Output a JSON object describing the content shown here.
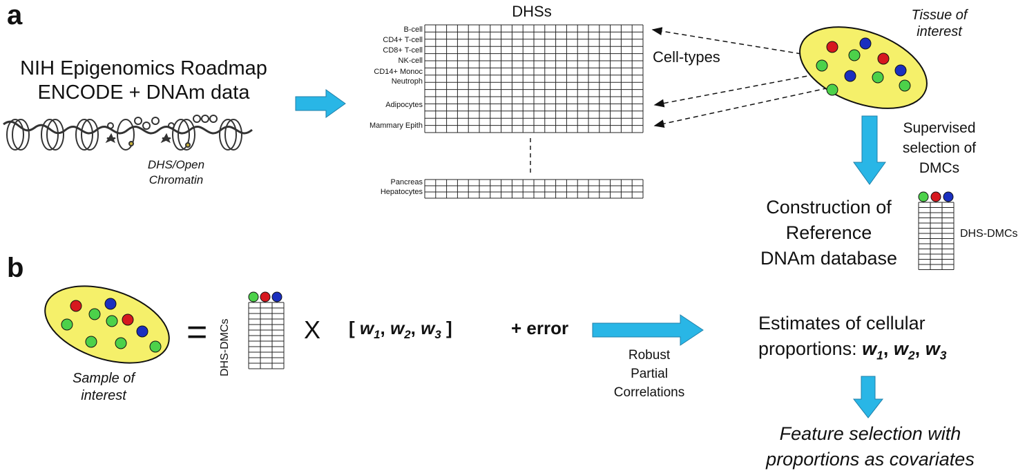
{
  "panel_a": {
    "label": "a",
    "source_line1": "NIH Epigenomics Roadmap",
    "source_line2": "ENCODE + DNAm data",
    "chromatin_label_1": "DHS/Open",
    "chromatin_label_2": "Chromatin",
    "grid_title": "DHSs",
    "grid_rows": [
      "B-cell",
      "CD4+ T-cell",
      "CD8+ T-cell",
      "NK-cell",
      "CD14+ Monoc",
      "Neutroph",
      "Adipocytes",
      "Mammary Epith"
    ],
    "grid_rows_bottom": [
      "Pancreas",
      "Hepatocytes"
    ],
    "celltypes_label": "Cell-types",
    "tissue_label_1": "Tissue of",
    "tissue_label_2": "interest",
    "supervised_1": "Supervised",
    "supervised_2": "selection of",
    "supervised_3": "DMCs",
    "construction_1": "Construction of",
    "construction_2": "Reference",
    "construction_3": "DNAm database",
    "dhs_dmcs_label": "DHS-DMCs"
  },
  "panel_b": {
    "label": "b",
    "sample_1": "Sample of",
    "sample_2": "interest",
    "equals": "=",
    "matrix_label": "DHS-DMCs",
    "times": "X",
    "formula_open": "[ ",
    "w": "w",
    "sub1": "1",
    "sub2": "2",
    "sub3": "3",
    "comma": ", ",
    "formula_close": " ]",
    "error": "+ error",
    "robust_1": "Robust",
    "robust_2": "Partial",
    "robust_3": "Correlations",
    "estimates_1": "Estimates of cellular",
    "estimates_2": "proportions: ",
    "feature_1": "Feature selection with",
    "feature_2": "proportions as covariates"
  },
  "colors": {
    "arrow_fill": "#29b6e6",
    "cell_fill": "#f5f06a",
    "dot_red": "#d6181f",
    "dot_green": "#4cd14a",
    "dot_blue": "#1a2fbf"
  }
}
